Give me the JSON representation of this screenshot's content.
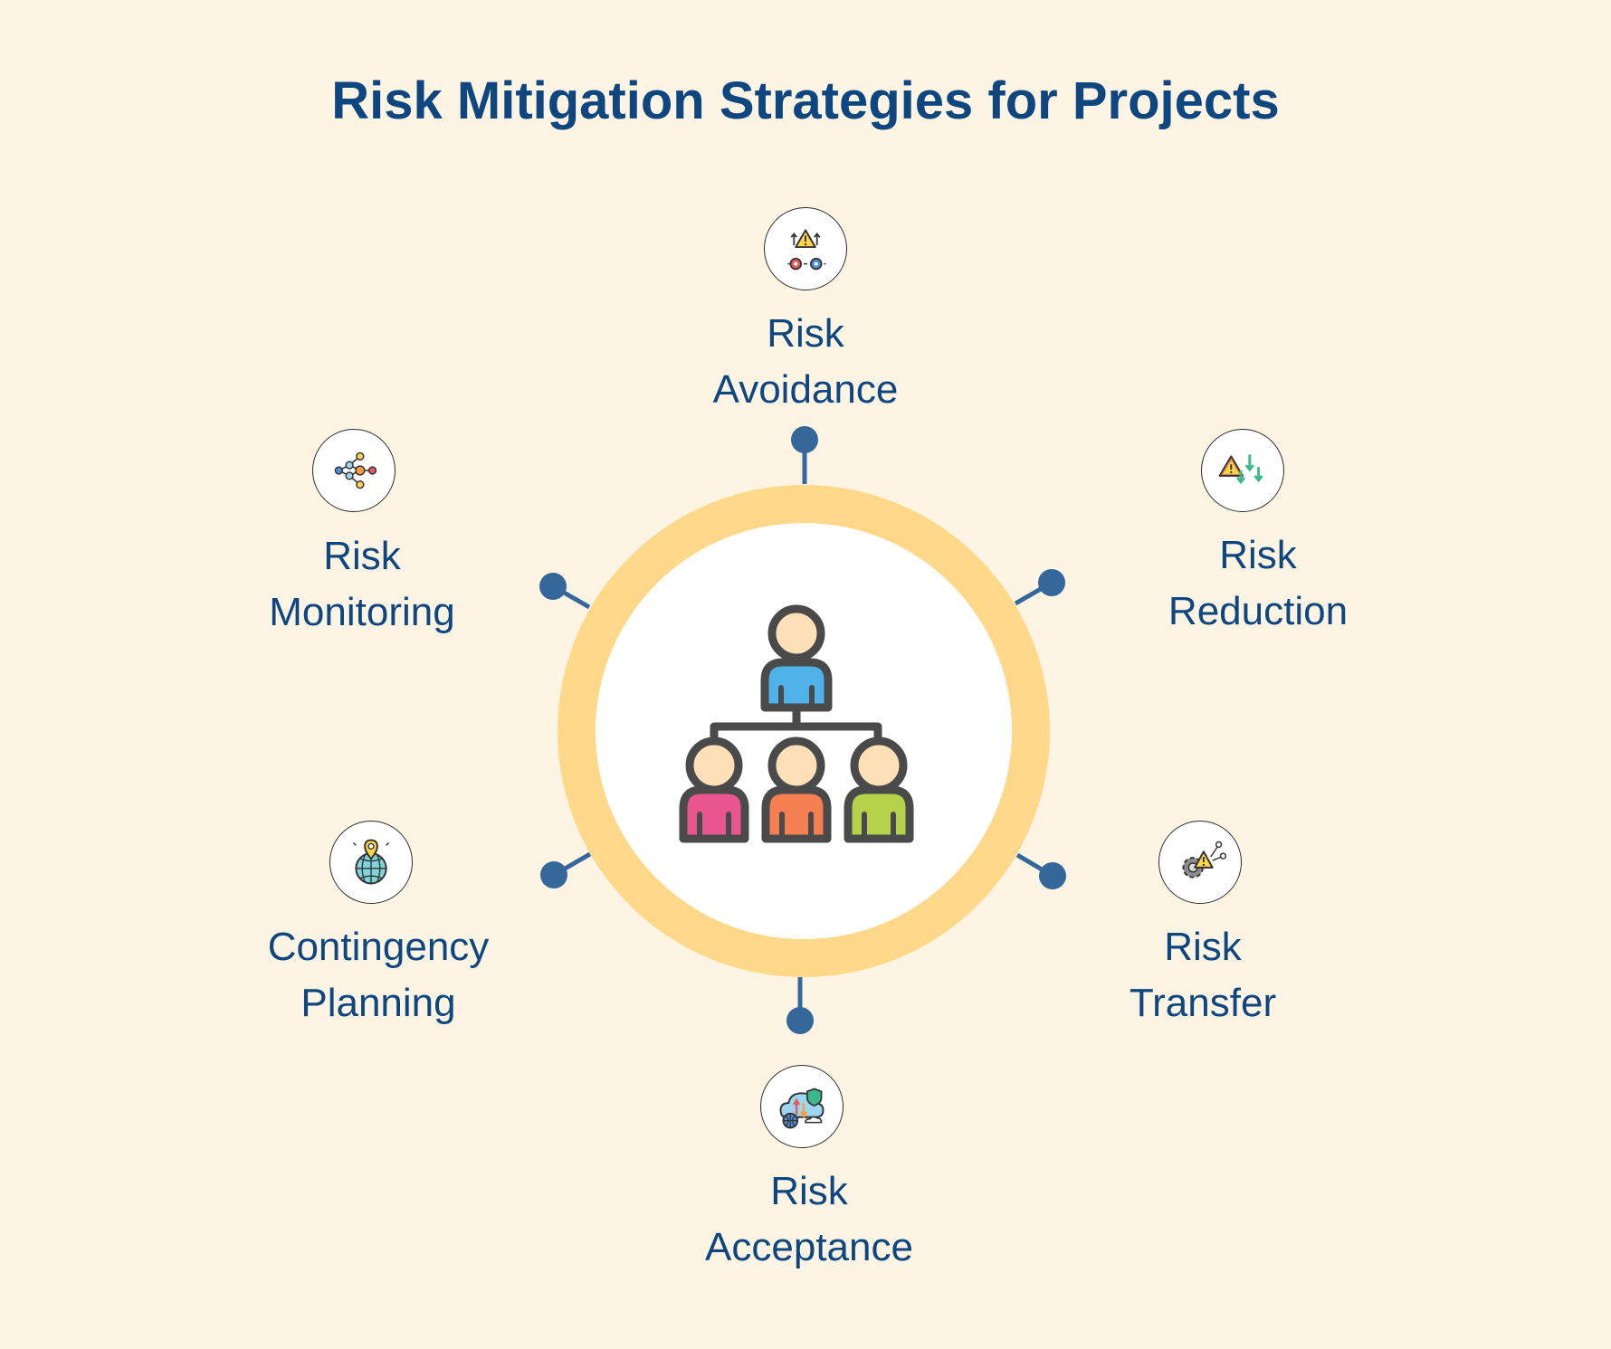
{
  "title": "Risk Mitigation Strategies for Projects",
  "colors": {
    "background": "#fdf4e4",
    "title": "#0e4680",
    "label": "#0e4680",
    "ring": "#ffd88a",
    "connector": "#35679a"
  },
  "center_icon": "org-hierarchy-icon",
  "strategies": [
    {
      "id": "avoidance",
      "line1": "Risk",
      "line2": "Avoidance",
      "icon": "warning-gears-icon"
    },
    {
      "id": "reduction",
      "line1": "Risk",
      "line2": "Reduction",
      "icon": "warning-down-arrows-icon"
    },
    {
      "id": "transfer",
      "line1": "Risk",
      "line2": "Transfer",
      "icon": "gear-warning-network-icon"
    },
    {
      "id": "acceptance",
      "line1": "Risk",
      "line2": "Acceptance",
      "icon": "cloud-shield-globe-icon"
    },
    {
      "id": "contingency",
      "line1": "Contingency",
      "line2": "Planning",
      "icon": "globe-pin-icon"
    },
    {
      "id": "monitoring",
      "line1": "Risk",
      "line2": "Monitoring",
      "icon": "node-network-icon"
    }
  ]
}
